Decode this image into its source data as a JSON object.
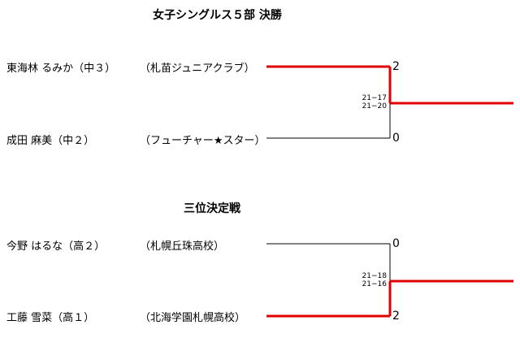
{
  "final": {
    "title": "女子シングルス５部 決勝",
    "top": {
      "player": "東海林 るみか（中３）",
      "team": "（札苗ジュニアクラブ）",
      "score": "2",
      "winner": true
    },
    "bottom": {
      "player": "成田 麻美（中２）",
      "team": "（フューチャー★スター）",
      "score": "0",
      "winner": false
    },
    "sets": [
      "21−17",
      "21−20"
    ]
  },
  "third": {
    "title": "三位決定戦",
    "top": {
      "player": "今野 はるな（高２）",
      "team": "（札幌丘珠高校）",
      "score": "0",
      "winner": false
    },
    "bottom": {
      "player": "工藤 雪菜（高１）",
      "team": "（北海学園札幌高校）",
      "score": "2",
      "winner": true
    },
    "sets": [
      "21−18",
      "21−16"
    ]
  },
  "colors": {
    "winner_line": "#e00000",
    "loser_line": "#000000"
  }
}
